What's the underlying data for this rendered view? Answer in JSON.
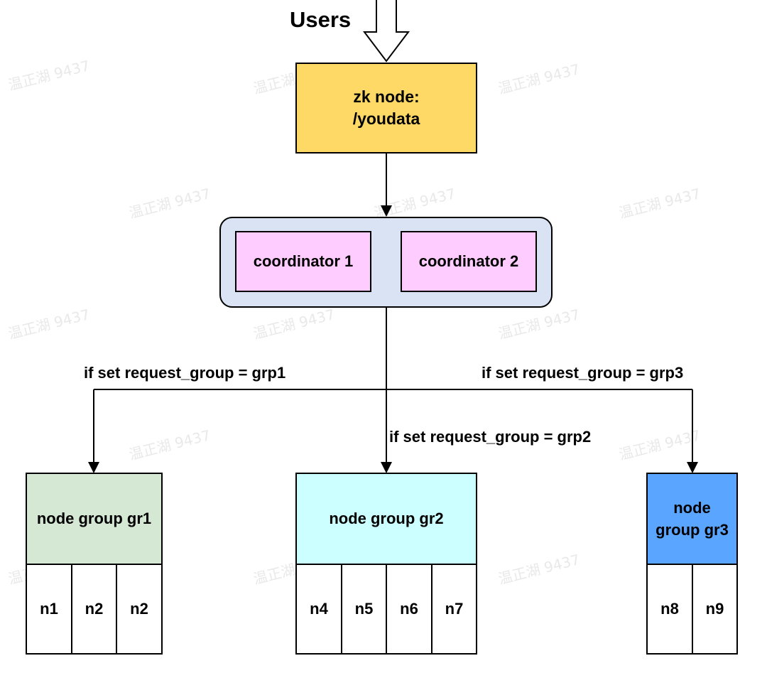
{
  "users_label": "Users",
  "zk_node": {
    "line1": "zk node:",
    "line2": "/youdata"
  },
  "coordinators": [
    "coordinator 1",
    "coordinator 2"
  ],
  "branch_labels": {
    "grp1": "if set request_group = grp1",
    "grp2": "if set request_group = grp2",
    "grp3": "if set request_group = grp3"
  },
  "groups": [
    {
      "title": "node group gr1",
      "nodes": [
        "n1",
        "n2",
        "n2"
      ],
      "color": "#d5e8d4"
    },
    {
      "title": "node group gr2",
      "nodes": [
        "n4",
        "n5",
        "n6",
        "n7"
      ],
      "color": "#ccffff"
    },
    {
      "title_line1": "node",
      "title_line2": "group gr3",
      "nodes": [
        "n8",
        "n9"
      ],
      "color": "#5aa5ff"
    }
  ],
  "colors": {
    "zk": "#ffd966",
    "coordinator_container": "#dae3f3",
    "coordinator": "#ffccff"
  },
  "watermark": "温正湖 9437"
}
